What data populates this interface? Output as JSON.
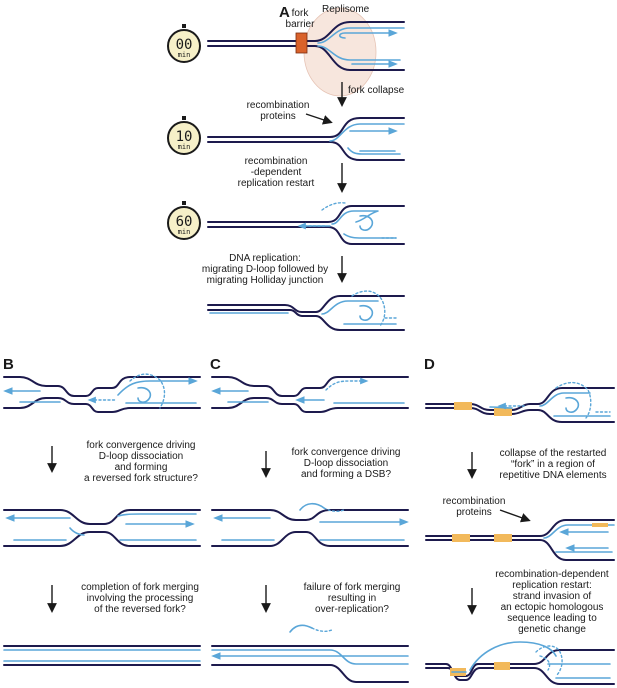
{
  "panels": {
    "a": "A",
    "b": "B",
    "c": "C",
    "d": "D"
  },
  "colors": {
    "parental_dna": "#1d1a4d",
    "nascent_dna": "#5aa6d8",
    "fork_barrier": "#d9622b",
    "replisome": "#f4d9cc",
    "repeat_element": "#f2b95b",
    "clock_face": "#f6f0c8"
  },
  "panel_a": {
    "fork_barrier_label": [
      "fork",
      "barrier"
    ],
    "replisome_label": "Replisome",
    "fork_collapse_label": "fork collapse",
    "recombination_proteins_label": [
      "recombination",
      "proteins"
    ],
    "restart_label": [
      "recombination",
      "-dependent",
      "replication restart"
    ],
    "dna_replication_label": [
      "DNA replication:",
      "migrating D-loop followed by",
      "migrating Holliday junction"
    ],
    "clocks": [
      {
        "value": "00",
        "unit": "min"
      },
      {
        "value": "10",
        "unit": "min"
      },
      {
        "value": "60",
        "unit": "min"
      }
    ]
  },
  "panel_b": {
    "step1_label": [
      "fork convergence driving",
      "D-loop dissociation",
      "and forming",
      "a reversed fork structure?"
    ],
    "step2_label": [
      "completion of fork merging",
      "involving the processing",
      "of the reversed fork?"
    ]
  },
  "panel_c": {
    "step1_label": [
      "fork convergence driving",
      "D-loop dissociation",
      "and forming a DSB?"
    ],
    "step2_label": [
      "failure of fork merging",
      "resulting in",
      "over-replication?"
    ]
  },
  "panel_d": {
    "step1_label": [
      "collapse of the restarted",
      "“fork” in a region of",
      "repetitive DNA elements"
    ],
    "recombination_proteins_label": [
      "recombination",
      "proteins"
    ],
    "step2_label": [
      "recombination-dependent",
      "replication restart:",
      "strand invasion of",
      "an ectopic homologous",
      "sequence leading to",
      "genetic change"
    ]
  }
}
